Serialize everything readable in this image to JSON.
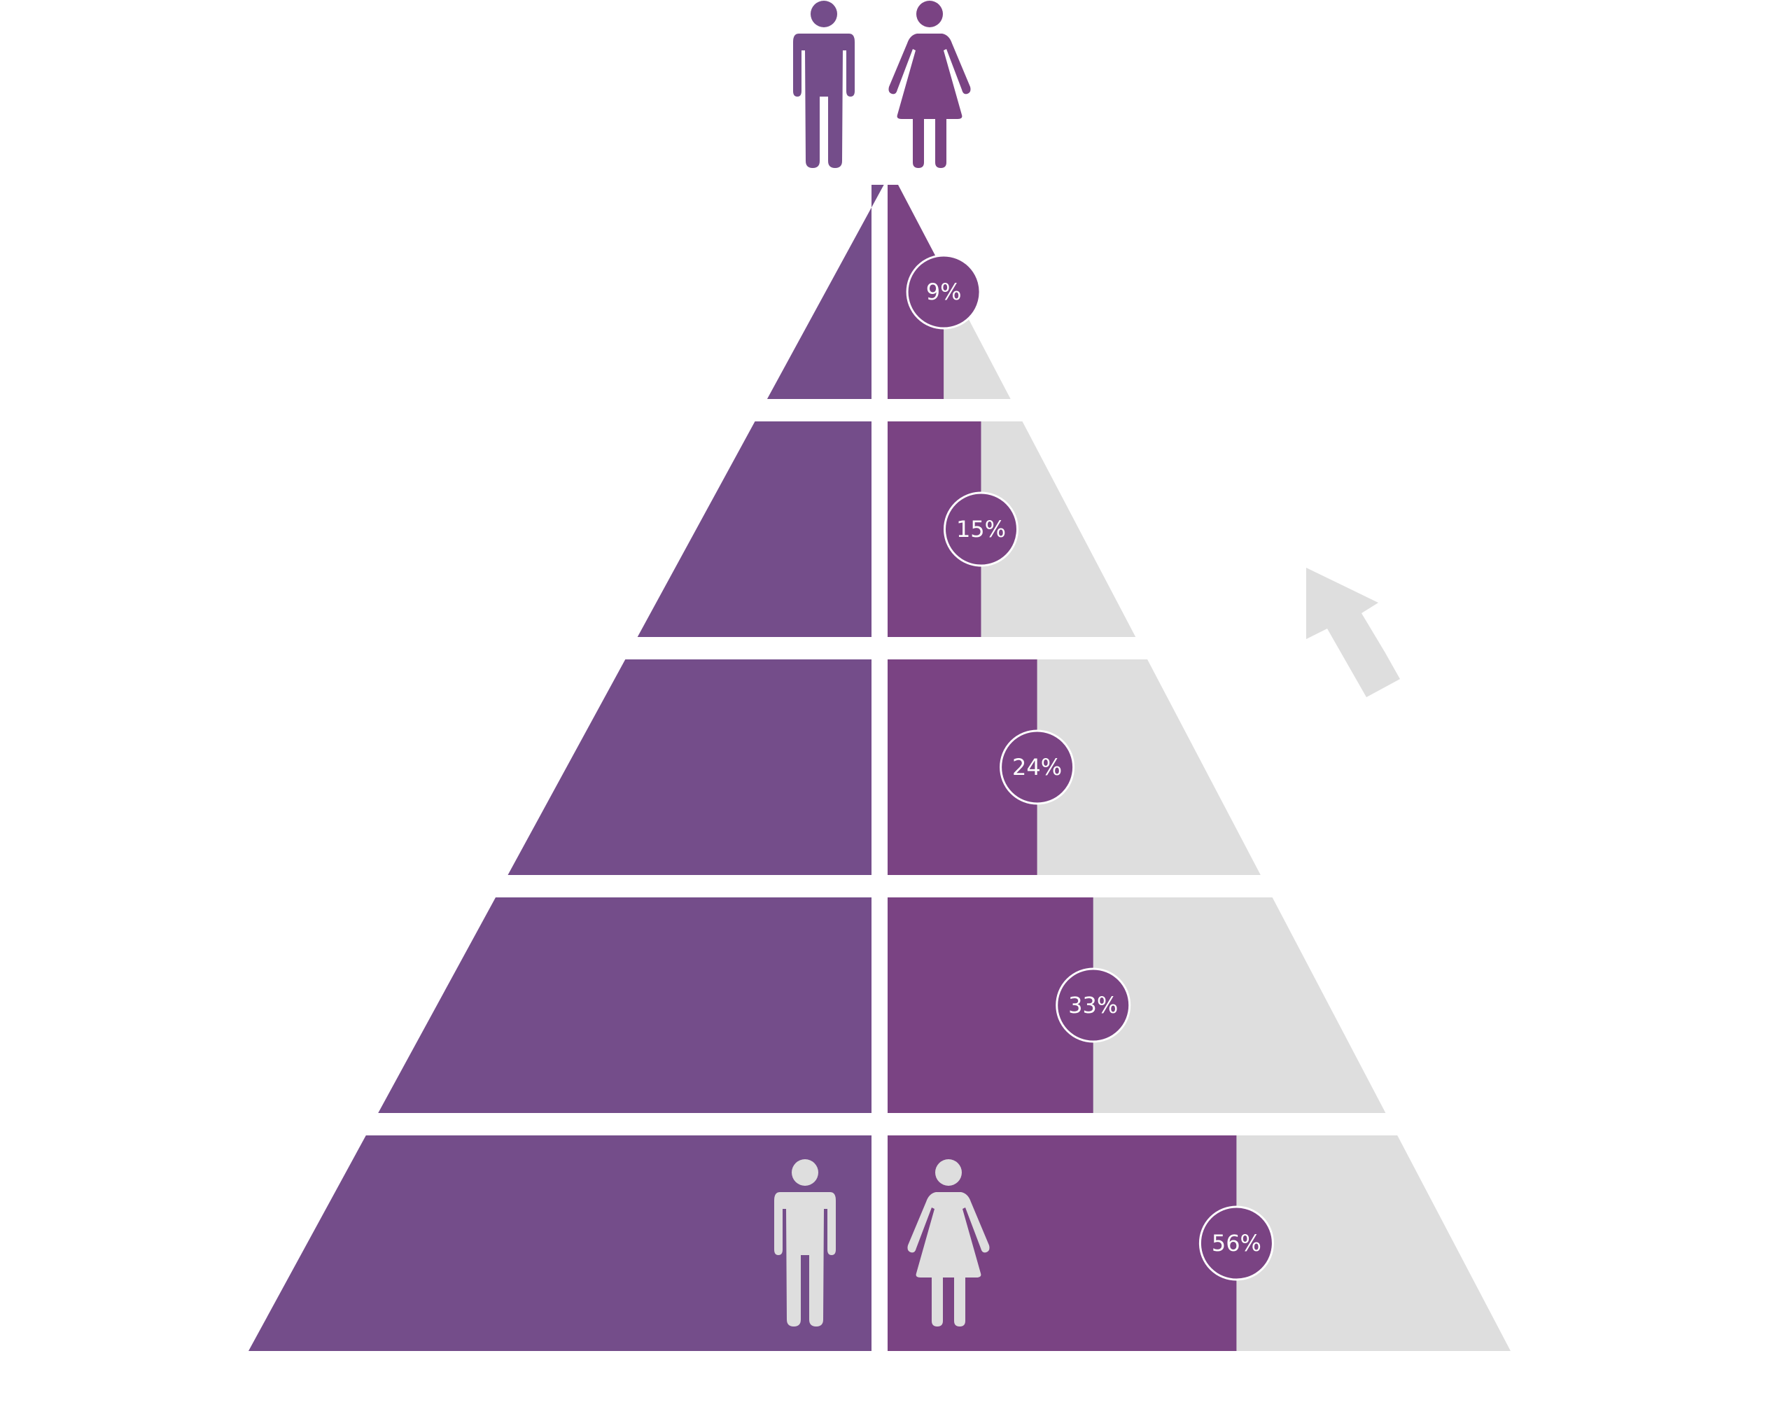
{
  "colors": {
    "men_fill": "#744D8A",
    "women_fill": "#7A4383",
    "remainder_fill": "#DEDEDE",
    "icon_light": "#DEDEDE",
    "badge_stroke": "#FFFFFF",
    "badge_text": "#FFFFFF",
    "background": "#FFFFFF"
  },
  "icons": {
    "top_man": "man-icon",
    "top_woman": "woman-icon",
    "bottom_man": "man-icon",
    "bottom_woman": "woman-icon",
    "arrow": "up-arrow-icon"
  },
  "chart_data": {
    "type": "pyramid",
    "levels": [
      {
        "women_share": 0.09,
        "label": "9%"
      },
      {
        "women_share": 0.15,
        "label": "15%"
      },
      {
        "women_share": 0.24,
        "label": "24%"
      },
      {
        "women_share": 0.33,
        "label": "33%"
      },
      {
        "women_share": 0.56,
        "label": "56%"
      }
    ]
  }
}
